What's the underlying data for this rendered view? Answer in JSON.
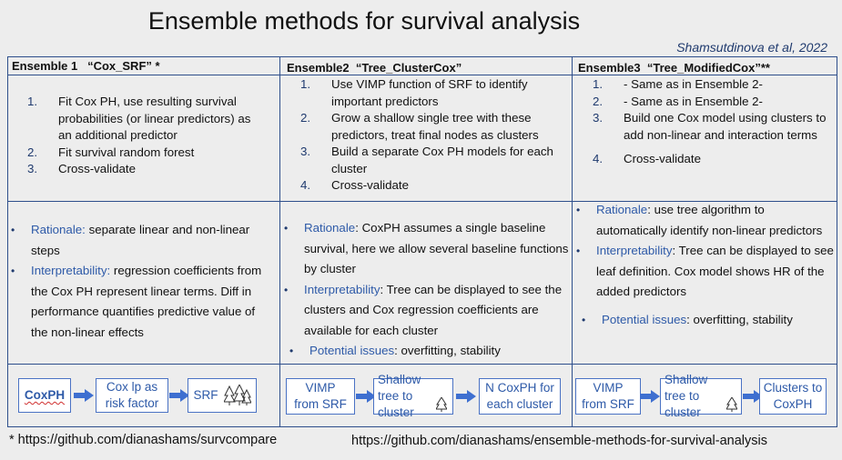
{
  "title": "Ensemble methods for survival analysis",
  "author": "Shamsutdinova et al, 2022",
  "columns": [
    {
      "header": "Ensemble 1   “Cox_SRF” *",
      "steps": [
        {
          "num": "1.",
          "text": "Fit Cox PH, use resulting survival probabilities (or linear predictors) as an additional predictor"
        },
        {
          "num": "2.",
          "text": "Fit survival random forest"
        },
        {
          "num": "3.",
          "text": "Cross-validate"
        }
      ],
      "bullets": [
        {
          "label": "Rationale:",
          "text": " separate linear and non-linear steps"
        },
        {
          "label": "Interpretability:",
          "text": " regression coefficients from the Cox PH represent linear terms. Diff in performance quantifies predictive value of the non-linear effects"
        }
      ],
      "flow": [
        "CoxPH",
        "Cox lp as risk factor",
        "SRF"
      ]
    },
    {
      "header": "Ensemble2  “Tree_ClusterCox”",
      "steps": [
        {
          "num": "1.",
          "text": "Use VIMP function of SRF to identify important predictors"
        },
        {
          "num": "2.",
          "text": "Grow a shallow single tree with these predictors, treat final nodes as clusters"
        },
        {
          "num": "3.",
          "text": "Build a separate Cox PH models for each cluster"
        },
        {
          "num": "4.",
          "text": "Cross-validate"
        }
      ],
      "bullets": [
        {
          "label": "Rationale",
          "text": ": CoxPH assumes a single baseline survival, here we allow several baseline functions by cluster"
        },
        {
          "label": "Interpretability",
          "text": ": Tree can be displayed to see the clusters and Cox regression coefficients are available for each cluster"
        },
        {
          "label": "Potential issues",
          "text": ": overfitting, stability"
        }
      ],
      "flow": [
        "VIMP from SRF",
        "Shallow tree to cluster",
        "N CoxPH for each cluster"
      ]
    },
    {
      "header": "Ensemble3  “Tree_ModifiedCox”**",
      "steps": [
        {
          "num": "1.",
          "text": "- Same as in Ensemble 2-"
        },
        {
          "num": "2.",
          "text": "- Same as in Ensemble 2-"
        },
        {
          "num": "3.",
          "text": "Build one Cox model using clusters to add non-linear and interaction terms"
        },
        {
          "num": "4.",
          "text": "Cross-validate"
        }
      ],
      "bullets": [
        {
          "label": "Rationale",
          "text": ": use tree algorithm to automatically identify non-linear predictors"
        },
        {
          "label": "Interpretability",
          "text": ": Tree can be displayed to see leaf definition. Cox model shows HR of the added predictors"
        },
        {
          "label": "Potential issues",
          "text": ": overfitting, stability"
        }
      ],
      "flow": [
        "VIMP from SRF",
        "Shallow tree to cluster",
        "Clusters to CoxPH"
      ]
    }
  ],
  "footer_left": "* https://github.com/dianashams/survcompare",
  "footer_right": "https://github.com/dianashams/ensemble-methods-for-survival-analysis",
  "colors": {
    "grid": "#2e4f8c",
    "accent": "#2e5aa8",
    "box_border": "#4a72c4",
    "arrow": "#3e6fd0",
    "background": "#ededed"
  }
}
